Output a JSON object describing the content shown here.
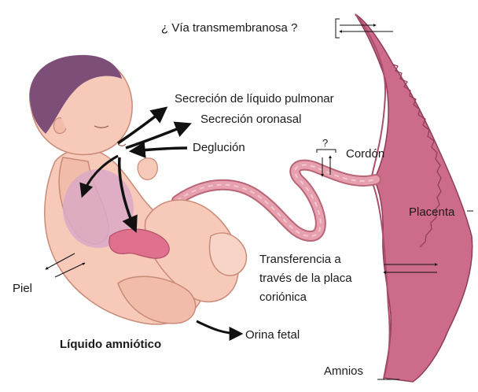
{
  "labels": {
    "transmembrane": "¿ Vía transmembranosa ?",
    "lung_fluid": "Secreción de líquido pulmonar",
    "oronasal": "Secreción oronasal",
    "swallowing": "Deglución",
    "cord_question": "?",
    "cord": "Cordón",
    "placenta": "Placenta",
    "chorionic_transfer": [
      "Transferencia a",
      "través de la placa",
      "coriónica"
    ],
    "skin": "Piel",
    "amniotic_fluid": "Líquido amniótico",
    "fetal_urine": "Orina fetal",
    "amnion": "Amnios"
  },
  "colors": {
    "placenta": "#cc6b8a",
    "placenta_edge": "#8e3c57",
    "fetus_skin": "#f6c9b9",
    "fetus_shadow": "#e8a792",
    "hair": "#7d4e78",
    "cord": "#e7a0ad",
    "lung": "#dba9c6",
    "gut": "#e0718e",
    "arrow": "#111111"
  }
}
